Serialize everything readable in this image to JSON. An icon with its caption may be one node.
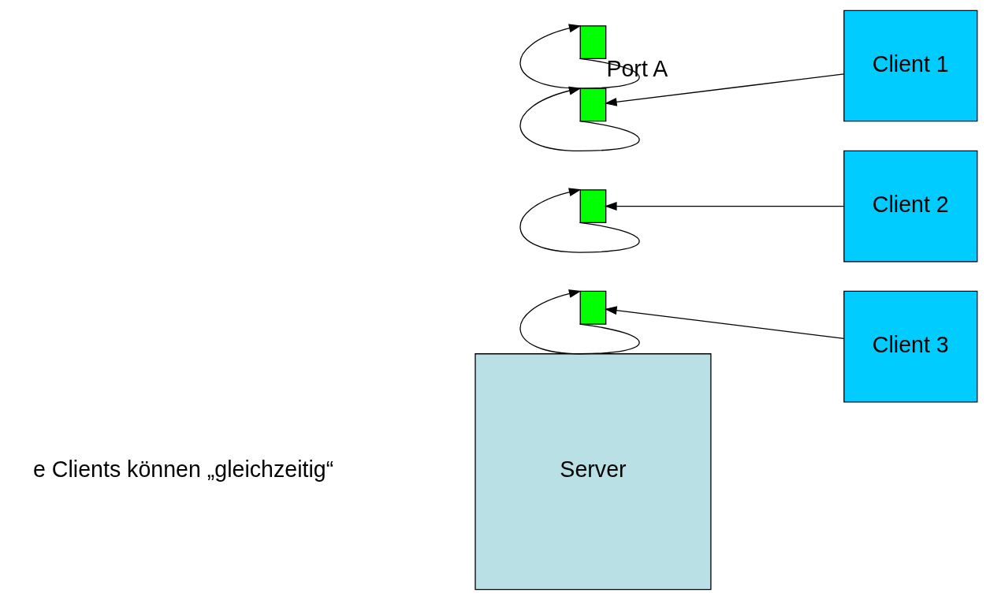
{
  "diagram": {
    "nodes": [
      {
        "text": [
          "Server"
        ]
      },
      {
        "text": [],
        "shape": "box",
        "beside": [
          "Port A"
        ]
      },
      {
        "text": [],
        "shape": "box"
      },
      {
        "text": [],
        "shape": "box"
      },
      {
        "text": [],
        "shape": "box"
      },
      {
        "text": [
          "Client 1"
        ]
      },
      {
        "text": [
          "Client 2"
        ]
      },
      {
        "text": [
          "Client 3"
        ]
      }
    ],
    "edges": [
      {
        "from": 1,
        "to": 1,
        "arrow": "to"
      },
      {
        "from": 2,
        "to": 2,
        "arrow": "to"
      },
      {
        "from": 3,
        "to": 3,
        "arrow": "to"
      },
      {
        "from": 4,
        "to": 4,
        "arrow": "to"
      },
      {
        "from": 5,
        "to": 2,
        "arrow": "to"
      },
      {
        "from": 6,
        "to": 3,
        "arrow": "to"
      },
      {
        "from": 7,
        "to": 4,
        "arrow": "to"
      }
    ],
    "labels": [
      "e Clients können „gleichzeitig“"
    ]
  }
}
